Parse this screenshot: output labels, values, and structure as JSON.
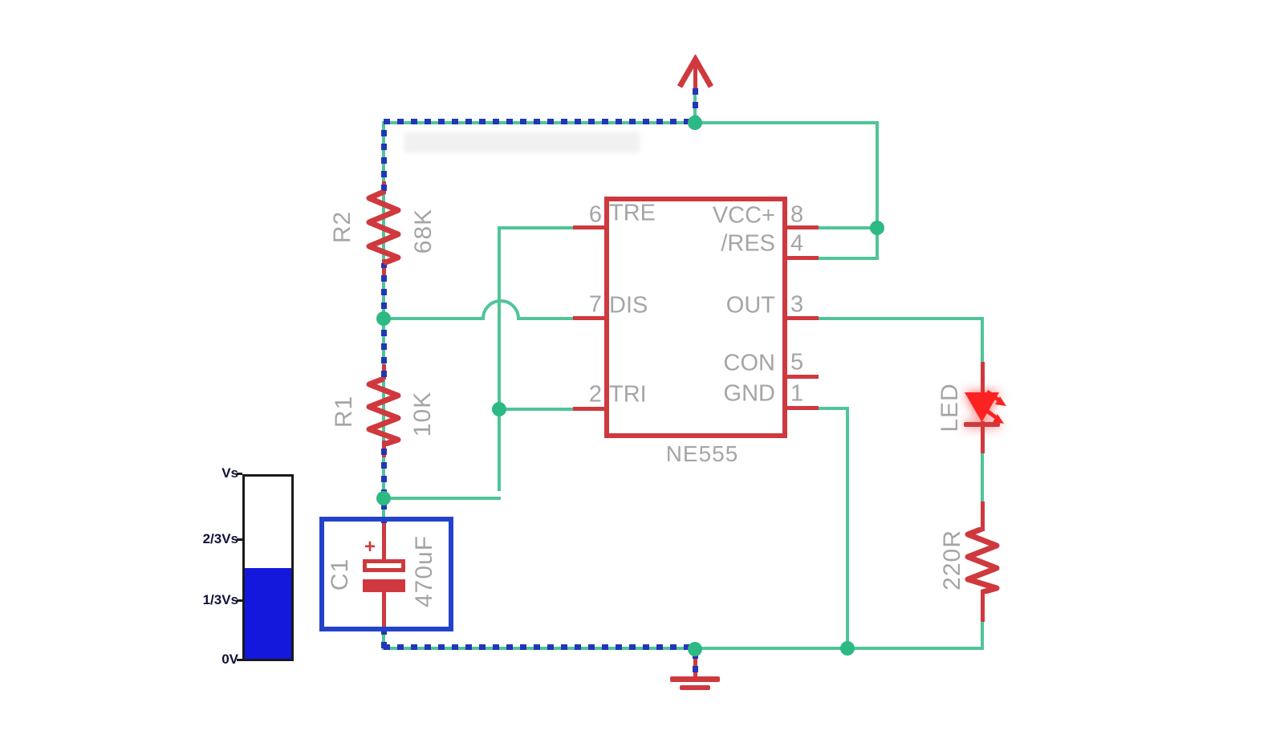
{
  "meter": {
    "labels": {
      "top": "Vs",
      "two_thirds": "2/3Vs",
      "one_third": "1/3Vs",
      "bottom": "0V"
    },
    "fill_percent": 50
  },
  "components": {
    "r2": {
      "ref": "R2",
      "value": "68K"
    },
    "r1": {
      "ref": "R1",
      "value": "10K"
    },
    "c1": {
      "ref": "C1",
      "value": "470uF",
      "polarity_mark": "+"
    },
    "led": {
      "label": "LED"
    },
    "r_led": {
      "value": "220R"
    },
    "ic": {
      "part_number": "NE555",
      "left_pins": [
        {
          "num": "6",
          "name": "TRE"
        },
        {
          "num": "7",
          "name": "DIS"
        },
        {
          "num": "2",
          "name": "TRI"
        }
      ],
      "right_pins": [
        {
          "num": "8",
          "name": "VCC+"
        },
        {
          "num": "4",
          "name": "/RES"
        },
        {
          "num": "3",
          "name": "OUT"
        },
        {
          "num": "5",
          "name": "CON"
        },
        {
          "num": "1",
          "name": "GND"
        }
      ]
    }
  },
  "colors": {
    "wire_green": "#4fc598",
    "current_dash_blue": "#2236b8",
    "component_red": "#cf393d",
    "led_red": "#fb2222",
    "label_gray": "#a5a5a7",
    "selection_blue": "#2342cb",
    "meter_fill_blue": "#1418dd",
    "meter_text": "#10103a",
    "junction_green": "#2db983"
  }
}
